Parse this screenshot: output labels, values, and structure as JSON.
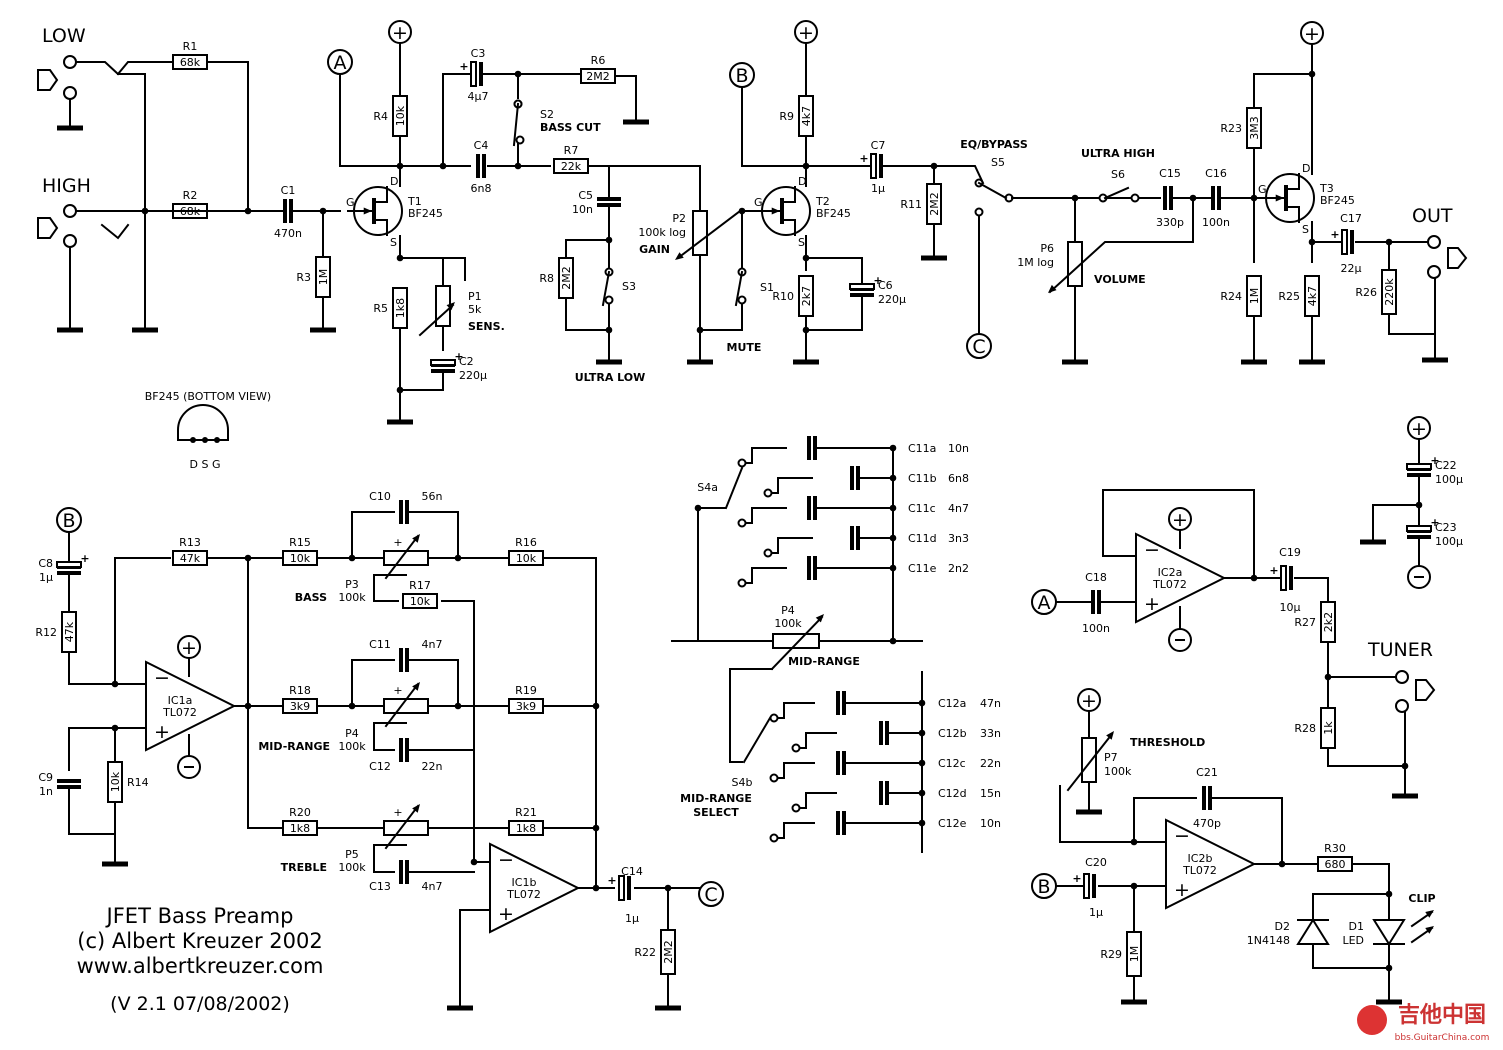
{
  "title": "JFET Bass Preamp",
  "copyright": "(c) Albert Kreuzer 2002",
  "website": "www.albertkreuzer.com",
  "version": "(V 2.1  07/08/2002)",
  "watermark": "吉他中国",
  "watermark_url": "bbs.GuitarChina.com",
  "inputs": {
    "low": "LOW",
    "high": "HIGH"
  },
  "outputs": {
    "out": "OUT",
    "tuner": "TUNER"
  },
  "nodes": {
    "a": "A",
    "b": "B",
    "c": "C",
    "plus": "+"
  },
  "transistor_note": {
    "title": "BF245 (BOTTOM VIEW)",
    "pins": "D  S  G"
  },
  "resistors": {
    "R1": [
      "R1",
      "68k"
    ],
    "R2": [
      "R2",
      "68k"
    ],
    "R3": [
      "R3",
      "1M"
    ],
    "R4": [
      "R4",
      "10k"
    ],
    "R5": [
      "R5",
      "1k8"
    ],
    "R6": [
      "R6",
      "2M2"
    ],
    "R7": [
      "R7",
      "22k"
    ],
    "R8": [
      "R8",
      "2M2"
    ],
    "R9": [
      "R9",
      "4k7"
    ],
    "R10": [
      "R10",
      "2k7"
    ],
    "R11": [
      "R11",
      "2M2"
    ],
    "R12": [
      "R12",
      "47k"
    ],
    "R13": [
      "R13",
      "47k"
    ],
    "R14": [
      "R14",
      "10k"
    ],
    "R15": [
      "R15",
      "10k"
    ],
    "R16": [
      "R16",
      "10k"
    ],
    "R17": [
      "R17",
      "10k"
    ],
    "R18": [
      "R18",
      "3k9"
    ],
    "R19": [
      "R19",
      "3k9"
    ],
    "R20": [
      "R20",
      "1k8"
    ],
    "R21": [
      "R21",
      "1k8"
    ],
    "R22": [
      "R22",
      "2M2"
    ],
    "R23": [
      "R23",
      "3M3"
    ],
    "R24": [
      "R24",
      "1M"
    ],
    "R25": [
      "R25",
      "4k7"
    ],
    "R26": [
      "R26",
      "220k"
    ],
    "R27": [
      "R27",
      "2k2"
    ],
    "R28": [
      "R28",
      "1k"
    ],
    "R29": [
      "R29",
      "1M"
    ],
    "R30": [
      "R30",
      "680"
    ]
  },
  "capacitors": {
    "C1": [
      "C1",
      "470n"
    ],
    "C2": [
      "C2",
      "220µ"
    ],
    "C3": [
      "C3",
      "4µ7"
    ],
    "C4": [
      "C4",
      "6n8"
    ],
    "C5": [
      "C5",
      "10n"
    ],
    "C6": [
      "C6",
      "220µ"
    ],
    "C7": [
      "C7",
      "1µ"
    ],
    "C8": [
      "C8",
      "1µ"
    ],
    "C9": [
      "C9",
      "1n"
    ],
    "C10": [
      "C10",
      "56n"
    ],
    "C11": [
      "C11",
      "4n7"
    ],
    "C12": [
      "C12",
      "22n"
    ],
    "C13": [
      "C13",
      "4n7"
    ],
    "C14": [
      "C14",
      "1µ"
    ],
    "C15": [
      "C15",
      "330p"
    ],
    "C16": [
      "C16",
      "100n"
    ],
    "C17": [
      "C17",
      "22µ"
    ],
    "C18": [
      "C18",
      "100n"
    ],
    "C19": [
      "C19",
      "10µ"
    ],
    "C20": [
      "C20",
      "1µ"
    ],
    "C21": [
      "C21",
      "470p"
    ],
    "C22": [
      "C22",
      "100µ"
    ],
    "C23": [
      "C23",
      "100µ"
    ]
  },
  "bank_c11": [
    [
      "C11a",
      "10n"
    ],
    [
      "C11b",
      "6n8"
    ],
    [
      "C11c",
      "4n7"
    ],
    [
      "C11d",
      "3n3"
    ],
    [
      "C11e",
      "2n2"
    ]
  ],
  "bank_c12": [
    [
      "C12a",
      "47n"
    ],
    [
      "C12b",
      "33n"
    ],
    [
      "C12c",
      "22n"
    ],
    [
      "C12d",
      "15n"
    ],
    [
      "C12e",
      "10n"
    ]
  ],
  "pots": {
    "P1": [
      "P1",
      "5k",
      "SENS."
    ],
    "P2": [
      "P2",
      "100k log",
      "GAIN"
    ],
    "P3": [
      "P3",
      "100k",
      "BASS"
    ],
    "P4": [
      "P4",
      "100k",
      "MID-RANGE"
    ],
    "P4b": [
      "P4",
      "100k",
      "MID-RANGE"
    ],
    "P5": [
      "P5",
      "100k",
      "TREBLE"
    ],
    "P6": [
      "P6",
      "1M log",
      "VOLUME"
    ],
    "P7": [
      "P7",
      "100k",
      "THRESHOLD"
    ]
  },
  "switches": {
    "S1": [
      "S1",
      "MUTE"
    ],
    "S2": [
      "S2",
      "BASS CUT"
    ],
    "S3": [
      "S3",
      "ULTRA LOW"
    ],
    "S4a": [
      "S4a",
      ""
    ],
    "S4b": [
      "S4b",
      "MID-RANGE",
      "SELECT"
    ],
    "S5": [
      "S5",
      "EQ/BYPASS"
    ],
    "S6": [
      "S6",
      "ULTRA HIGH"
    ]
  },
  "transistors": {
    "T1": [
      "T1",
      "BF245"
    ],
    "T2": [
      "T2",
      "BF245"
    ],
    "T3": [
      "T3",
      "BF245"
    ]
  },
  "opamps": {
    "IC1a": [
      "IC1a",
      "TL072"
    ],
    "IC1b": [
      "IC1b",
      "TL072"
    ],
    "IC2a": [
      "IC2a",
      "TL072"
    ],
    "IC2b": [
      "IC2b",
      "TL072"
    ]
  },
  "diodes": {
    "D1": [
      "D1",
      "LED",
      "CLIP"
    ],
    "D2": [
      "D2",
      "1N4148"
    ]
  }
}
